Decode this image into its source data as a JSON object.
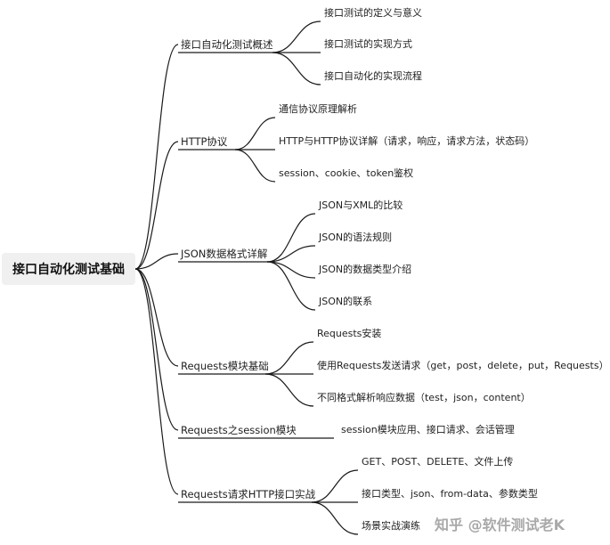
{
  "root": "接口自动化测试基础",
  "branches": [
    {
      "label": "接口自动化测试概述",
      "children": [
        "接口测试的定义与意义",
        "接口测试的实现方式",
        "接口自动化的实现流程"
      ]
    },
    {
      "label": "HTTP协议",
      "children": [
        "通信协议原理解析",
        "HTTP与HTTP协议详解（请求，响应，请求方法，状态码）",
        "session、cookie、token鉴权"
      ]
    },
    {
      "label": "JSON数据格式详解",
      "children": [
        "JSON与XML的比较",
        "JSON的语法规则",
        "JSON的数据类型介绍",
        "JSON的联系"
      ]
    },
    {
      "label": "Requests模块基础",
      "children": [
        "Requests安装",
        "使用Requests发送请求（get，post，delete，put，Requests）",
        "不同格式解析响应数据（test，json，content）"
      ]
    },
    {
      "label": "Requests之session模块",
      "children": [
        "session模块应用、接口请求、会话管理"
      ]
    },
    {
      "label": "Requests请求HTTP接口实战",
      "children": [
        "GET、POST、DELETE、文件上传",
        "接口类型、json、from-data、参数类型",
        "场景实战演练"
      ]
    }
  ],
  "watermark": "知乎 @软件测试老K"
}
